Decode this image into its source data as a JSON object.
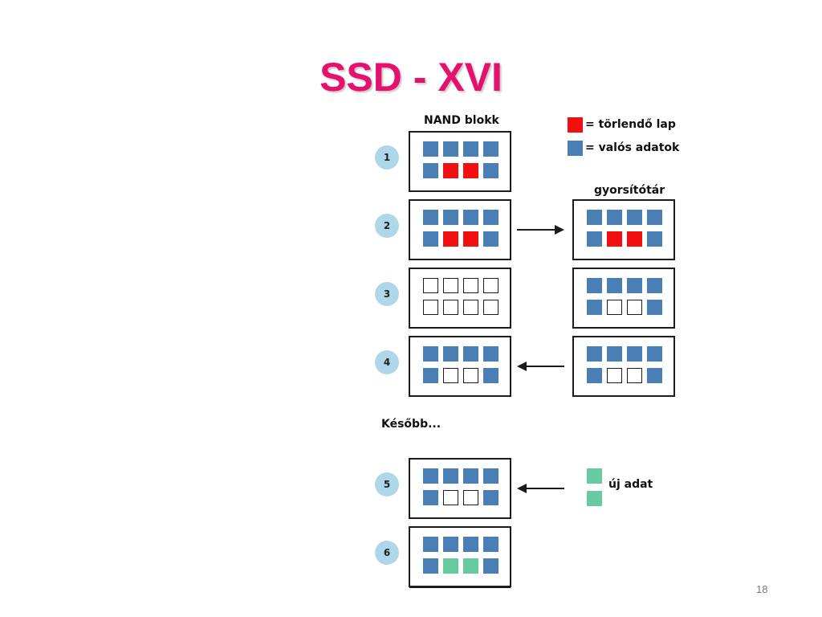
{
  "slide": {
    "title": "SSD - XVI",
    "page_number": "18"
  },
  "diagram": {
    "nand_label": "NAND blokk",
    "cache_label": "gyorsítótár",
    "later_label": "Később...",
    "legend": [
      {
        "label": "= törlendő lap",
        "color": "#f10f0f"
      },
      {
        "label": "= valós adatok",
        "color": "#4a7fb5"
      }
    ],
    "new_data_label": "új adat",
    "new_data_color": "#67caa0",
    "steps": [
      {
        "number": "1",
        "nand": [
          "V",
          "V",
          "V",
          "V",
          "V",
          "E",
          "E",
          "V"
        ],
        "cache": null,
        "arrow": ""
      },
      {
        "number": "2",
        "nand": [
          "V",
          "V",
          "V",
          "V",
          "V",
          "E",
          "E",
          "V"
        ],
        "cache": [
          "V",
          "V",
          "V",
          "V",
          "V",
          "E",
          "E",
          "V"
        ],
        "arrow": "right"
      },
      {
        "number": "3",
        "nand": [
          "O",
          "O",
          "O",
          "O",
          "O",
          "O",
          "O",
          "O"
        ],
        "cache": [
          "V",
          "V",
          "V",
          "V",
          "V",
          "O",
          "O",
          "V"
        ],
        "arrow": ""
      },
      {
        "number": "4",
        "nand": [
          "V",
          "V",
          "V",
          "V",
          "V",
          "O",
          "O",
          "V"
        ],
        "cache": [
          "V",
          "V",
          "V",
          "V",
          "V",
          "O",
          "O",
          "V"
        ],
        "arrow": "left"
      },
      {
        "number": "5",
        "nand": [
          "V",
          "V",
          "V",
          "V",
          "V",
          "O",
          "O",
          "V"
        ],
        "cache": null,
        "arrow": "left"
      },
      {
        "number": "6",
        "nand": [
          "V",
          "V",
          "V",
          "V",
          "V",
          "N",
          "N",
          "V"
        ],
        "cache": null,
        "arrow": ""
      }
    ],
    "cell_legend": {
      "V": "valid",
      "E": "erase",
      "O": "empty",
      "N": "new"
    }
  }
}
